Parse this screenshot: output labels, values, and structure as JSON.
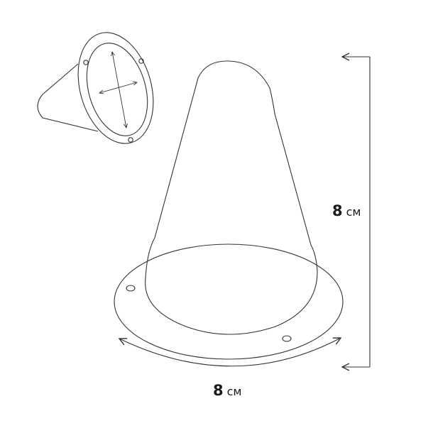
{
  "dimensions": {
    "height": {
      "value": "8",
      "unit": "см"
    },
    "width": {
      "value": "8",
      "unit": "см"
    }
  },
  "colors": {
    "stroke": "#333333",
    "text": "#1a1a1a",
    "background": "#ffffff"
  },
  "icons": {
    "arrowhead": "open-arrowhead"
  }
}
